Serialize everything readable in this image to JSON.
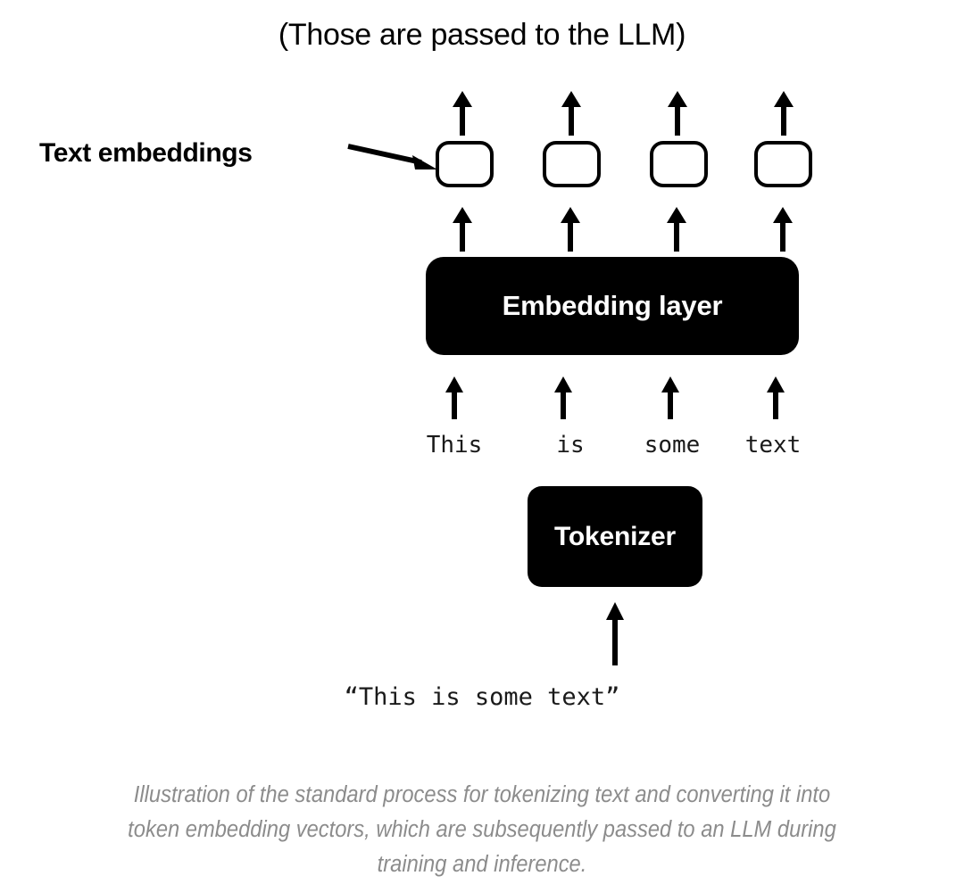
{
  "diagram": {
    "title": "(Those are passed to the LLM)",
    "embeddings_label": "Text embeddings",
    "embedding_layer_label": "Embedding layer",
    "tokenizer_label": "Tokenizer",
    "input_string": "“This is some text”",
    "tokens": [
      "This",
      "is",
      "some",
      "text"
    ],
    "embedding_boxes": [
      "",
      "",
      "",
      ""
    ],
    "colors": {
      "background": "#ffffff",
      "stroke": "#000000",
      "block_fill": "#000000",
      "block_text": "#ffffff",
      "caption_text": "#8c8c8c"
    },
    "icons": {
      "arrow_up": "arrow-up-icon",
      "arrow_right": "arrow-right-icon"
    }
  },
  "caption": {
    "line1": "Illustration of the standard process for tokenizing text and converting it into",
    "line2": "token embedding vectors, which are subsequently passed to an LLM during",
    "line3": "training and inference."
  }
}
